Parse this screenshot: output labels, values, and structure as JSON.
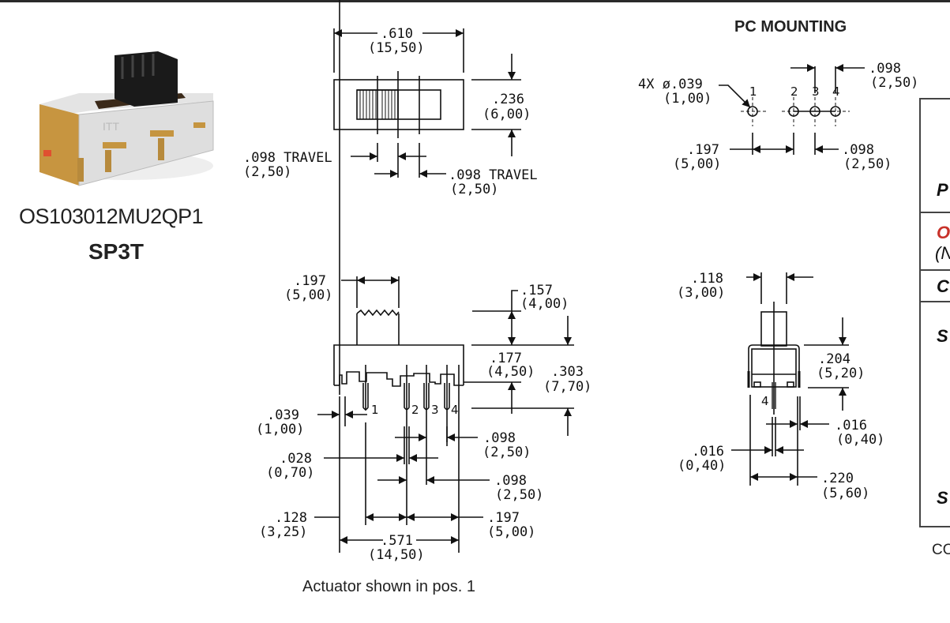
{
  "product": {
    "part_number": "OS103012MU2QP1",
    "switch_type": "SP3T",
    "photo_icon": "slide-switch-photo"
  },
  "top_view": {
    "width_in": ".610",
    "width_mm": "(15,50)",
    "height_in": ".236",
    "height_mm": "(6,00)",
    "travel_left_in": ".098 TRAVEL",
    "travel_left_mm": "(2,50)",
    "travel_right_in": ".098 TRAVEL",
    "travel_right_mm": "(2,50)"
  },
  "pc_mounting": {
    "title": "PC MOUNTING",
    "hole_in": "4X ø.039",
    "hole_mm": "(1,00)",
    "pitch_top_in": ".098",
    "pitch_top_mm": "(2,50)",
    "span_in": ".197",
    "span_mm": "(5,00)",
    "pitch_bottom_in": ".098",
    "pitch_bottom_mm": "(2,50)",
    "pins": [
      "1",
      "2",
      "3",
      "4"
    ]
  },
  "front_view": {
    "actuator_w_in": ".197",
    "actuator_w_mm": "(5,00)",
    "actuator_h_in": ".157",
    "actuator_h_mm": "(4,00)",
    "body_h_in": ".177",
    "body_h_mm": "(4,50)",
    "total_h_in": ".303",
    "total_h_mm": "(7,70)",
    "edge_in": ".039",
    "edge_mm": "(1,00)",
    "pin_w_in": ".028",
    "pin_w_mm": "(0,70)",
    "pitch_a_in": ".098",
    "pitch_a_mm": "(2,50)",
    "pitch_b_in": ".098",
    "pitch_b_mm": "(2,50)",
    "offset_in": ".128",
    "offset_mm": "(3,25)",
    "span_in": ".197",
    "span_mm": "(5,00)",
    "overall_in": ".571",
    "overall_mm": "(14,50)",
    "pins": [
      "1",
      "2",
      "3",
      "4"
    ],
    "caption": "Actuator shown in pos. 1"
  },
  "side_view": {
    "actuator_w_in": ".118",
    "actuator_w_mm": "(3,00)",
    "body_h_in": ".204",
    "body_h_mm": "(5,20)",
    "lead_a_in": ".016",
    "lead_a_mm": "(0,40)",
    "lead_b_in": ".016",
    "lead_b_mm": "(0,40)",
    "width_in": ".220",
    "width_mm": "(5,60)",
    "pin": "4"
  },
  "spec_table": {
    "rows": [
      {
        "label": "P",
        "sub": ""
      },
      {
        "label": "O",
        "sub": "(N"
      },
      {
        "label": "C",
        "sub": ""
      },
      {
        "label": "S",
        "sub": ""
      },
      {
        "label": "S",
        "sub": ""
      }
    ],
    "accent_color": "#c8322a",
    "footer": "CO"
  }
}
